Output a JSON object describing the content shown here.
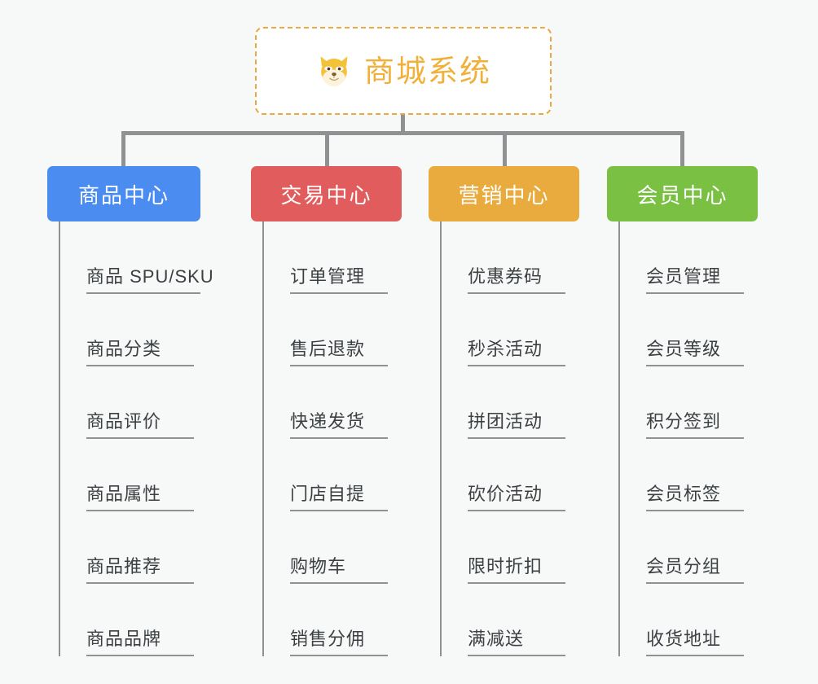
{
  "root": {
    "title": "商城系统",
    "icon": "dog-face-icon",
    "border_color": "#e9a93d",
    "text_color": "#f0b03a"
  },
  "background_color": "#f7f8f8",
  "connector_color": "#8f9193",
  "columns": [
    {
      "header": "商品中心",
      "color": "#4a8cf0",
      "items": [
        "商品 SPU/SKU",
        "商品分类",
        "商品评价",
        "商品属性",
        "商品推荐",
        "商品品牌"
      ]
    },
    {
      "header": "交易中心",
      "color": "#e15d5d",
      "items": [
        "订单管理",
        "售后退款",
        "快递发货",
        "门店自提",
        "购物车",
        "销售分佣"
      ]
    },
    {
      "header": "营销中心",
      "color": "#e9ab3e",
      "items": [
        "优惠券码",
        "秒杀活动",
        "拼团活动",
        "砍价活动",
        "限时折扣",
        "满减送"
      ]
    },
    {
      "header": "会员中心",
      "color": "#7ac143",
      "items": [
        "会员管理",
        "会员等级",
        "积分签到",
        "会员标签",
        "会员分组",
        "收货地址"
      ]
    }
  ]
}
